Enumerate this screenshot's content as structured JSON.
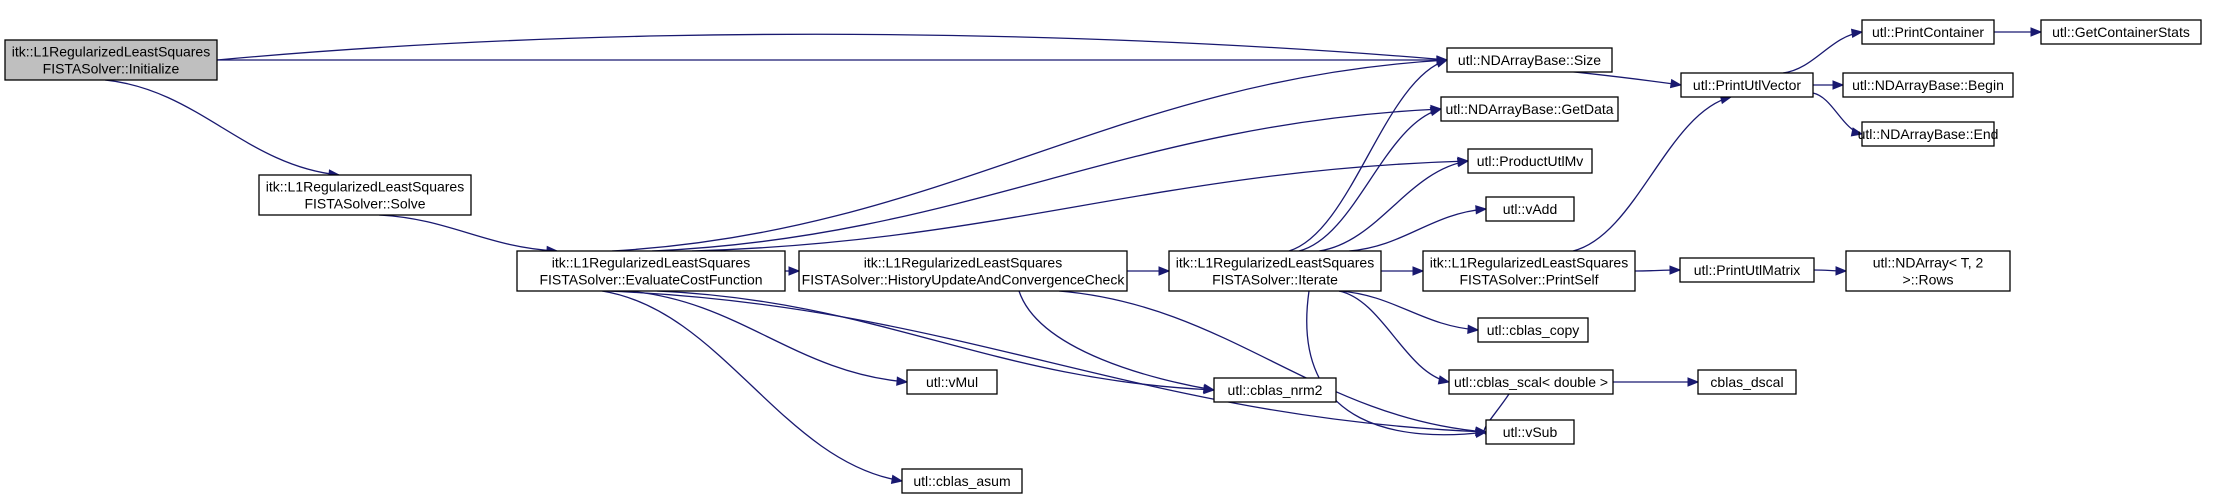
{
  "diagram": {
    "type": "call-graph",
    "colors": {
      "edge": "#191970",
      "root_fill": "#bfbfbf",
      "node_fill": "#ffffff",
      "border": "#000000"
    },
    "nodes": [
      {
        "id": "init",
        "lines": [
          "itk::L1RegularizedLeastSquares",
          "FISTASolver::Initialize"
        ],
        "root": true
      },
      {
        "id": "solve",
        "lines": [
          "itk::L1RegularizedLeastSquares",
          "FISTASolver::Solve"
        ]
      },
      {
        "id": "evalcost",
        "lines": [
          "itk::L1RegularizedLeastSquares",
          "FISTASolver::EvaluateCostFunction"
        ]
      },
      {
        "id": "history",
        "lines": [
          "itk::L1RegularizedLeastSquares",
          "FISTASolver::HistoryUpdateAndConvergenceCheck"
        ]
      },
      {
        "id": "iterate",
        "lines": [
          "itk::L1RegularizedLeastSquares",
          "FISTASolver::Iterate"
        ]
      },
      {
        "id": "printself",
        "lines": [
          "itk::L1RegularizedLeastSquares",
          "FISTASolver::PrintSelf"
        ]
      },
      {
        "id": "size",
        "lines": [
          "utl::NDArrayBase::Size"
        ]
      },
      {
        "id": "getdata",
        "lines": [
          "utl::NDArrayBase::GetData"
        ]
      },
      {
        "id": "productmv",
        "lines": [
          "utl::ProductUtlMv"
        ]
      },
      {
        "id": "vadd",
        "lines": [
          "utl::vAdd"
        ]
      },
      {
        "id": "vmul",
        "lines": [
          "utl::vMul"
        ]
      },
      {
        "id": "nrm2",
        "lines": [
          "utl::cblas_nrm2"
        ]
      },
      {
        "id": "copy",
        "lines": [
          "utl::cblas_copy"
        ]
      },
      {
        "id": "scal",
        "lines": [
          "utl::cblas_scal< double >"
        ]
      },
      {
        "id": "vsub",
        "lines": [
          "utl::vSub"
        ]
      },
      {
        "id": "asum",
        "lines": [
          "utl::cblas_asum"
        ]
      },
      {
        "id": "dscal",
        "lines": [
          "cblas_dscal"
        ]
      },
      {
        "id": "printvector",
        "lines": [
          "utl::PrintUtlVector"
        ]
      },
      {
        "id": "printcontainer",
        "lines": [
          "utl::PrintContainer"
        ]
      },
      {
        "id": "containerstats",
        "lines": [
          "utl::GetContainerStats"
        ]
      },
      {
        "id": "begin",
        "lines": [
          "utl::NDArrayBase::Begin"
        ]
      },
      {
        "id": "end",
        "lines": [
          "utl::NDArrayBase::End"
        ]
      },
      {
        "id": "printmatrix",
        "lines": [
          "utl::PrintUtlMatrix"
        ]
      },
      {
        "id": "rows",
        "lines": [
          "utl::NDArray< T, 2",
          ">::Rows"
        ]
      }
    ],
    "edges": [
      [
        "init",
        "printvector"
      ],
      [
        "init",
        "size"
      ],
      [
        "init",
        "solve"
      ],
      [
        "solve",
        "evalcost"
      ],
      [
        "evalcost",
        "size"
      ],
      [
        "evalcost",
        "getdata"
      ],
      [
        "evalcost",
        "productmv"
      ],
      [
        "evalcost",
        "history"
      ],
      [
        "evalcost",
        "vmul"
      ],
      [
        "evalcost",
        "nrm2"
      ],
      [
        "evalcost",
        "vsub"
      ],
      [
        "evalcost",
        "asum"
      ],
      [
        "history",
        "iterate"
      ],
      [
        "history",
        "nrm2"
      ],
      [
        "history",
        "vsub"
      ],
      [
        "iterate",
        "size"
      ],
      [
        "iterate",
        "getdata"
      ],
      [
        "iterate",
        "productmv"
      ],
      [
        "iterate",
        "vadd"
      ],
      [
        "iterate",
        "printself"
      ],
      [
        "iterate",
        "copy"
      ],
      [
        "iterate",
        "scal"
      ],
      [
        "iterate",
        "vsub"
      ],
      [
        "printself",
        "printvector"
      ],
      [
        "printself",
        "printmatrix"
      ],
      [
        "printvector",
        "printcontainer"
      ],
      [
        "printvector",
        "begin"
      ],
      [
        "printvector",
        "end"
      ],
      [
        "printcontainer",
        "containerstats"
      ],
      [
        "printmatrix",
        "rows"
      ],
      [
        "scal",
        "dscal"
      ],
      [
        "scal",
        "vsub"
      ]
    ]
  }
}
